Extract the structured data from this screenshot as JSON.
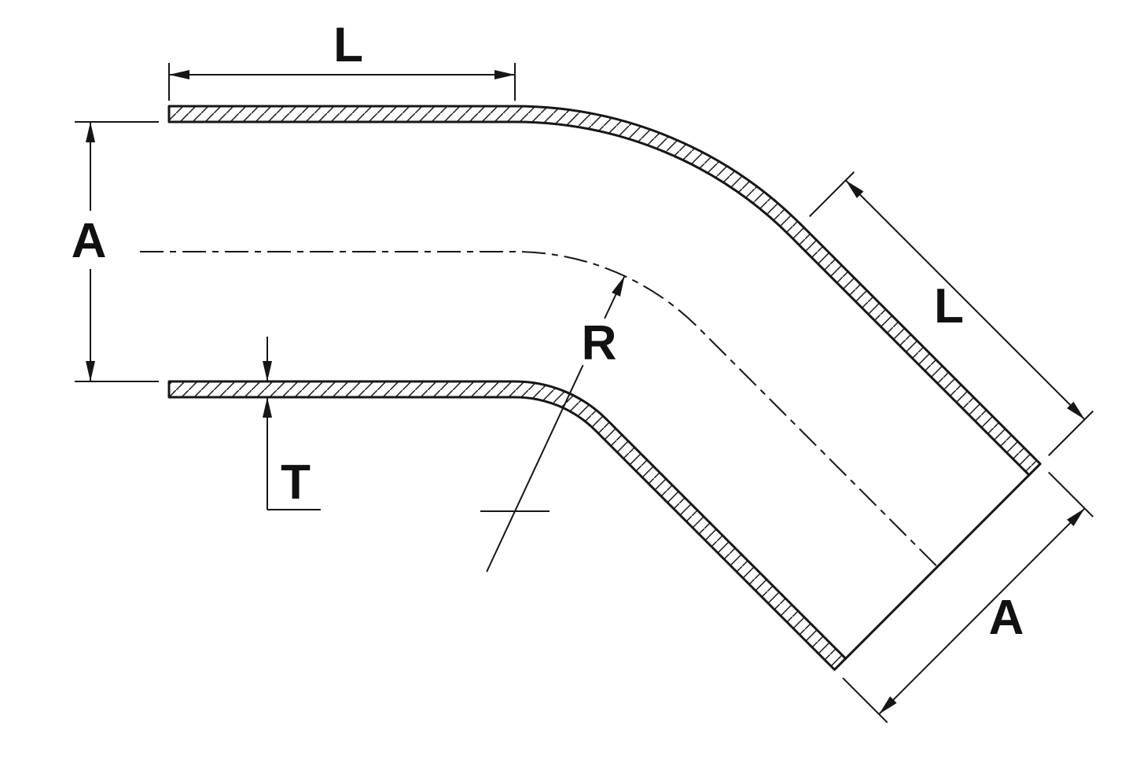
{
  "labels": {
    "horizontal_length": "L",
    "inlet_diameter": "A",
    "wall_thickness": "T",
    "bend_radius": "R",
    "diagonal_length": "L",
    "outlet_diameter": "A"
  },
  "colors": {
    "line": "#161616",
    "background": "#ffffff"
  }
}
